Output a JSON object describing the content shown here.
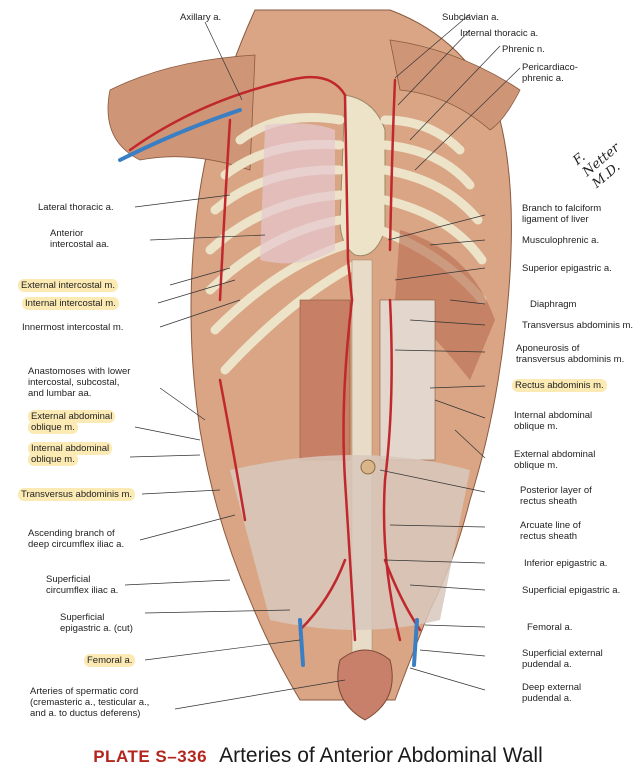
{
  "caption": {
    "plate": "PLATE S–336",
    "title": "Arteries of Anterior Abdominal Wall"
  },
  "signature": "F. Netter M.D.",
  "colors": {
    "artery": "#c0282d",
    "vein": "#3a7fc4",
    "muscle": "#c98a6a",
    "bone": "#ece3c8",
    "highlight": "#fbeab3"
  },
  "labels": {
    "axillary": "Axillary a.",
    "subclavian": "Subclavian a.",
    "internal_thoracic": "Internal thoracic a.",
    "phrenic": "Phrenic n.",
    "pericardiaco_1": "Pericardiaco-",
    "pericardiaco_2": "phrenic a.",
    "lateral_thoracic": "Lateral thoracic a.",
    "anterior_intercostal_1": "Anterior",
    "anterior_intercostal_2": "intercostal aa.",
    "external_intercostal": "External intercostal m.",
    "internal_intercostal": "Internal intercostal m.",
    "innermost_intercostal": "Innermost intercostal m.",
    "anastomoses_1": "Anastomoses with lower",
    "anastomoses_2": "intercostal, subcostal,",
    "anastomoses_3": "and lumbar aa.",
    "ext_abd_oblique_l_1": "External abdominal",
    "ext_abd_oblique_l_2": "oblique m.",
    "int_abd_oblique_l_1": "Internal abdominal",
    "int_abd_oblique_l_2": "oblique m.",
    "transversus_l": "Transversus abdominis m.",
    "ascending_branch_1": "Ascending branch of",
    "ascending_branch_2": "deep circumflex iliac a.",
    "superficial_circumflex_1": "Superficial",
    "superficial_circumflex_2": "circumflex iliac a.",
    "superficial_epigastric_cut_1": "Superficial",
    "superficial_epigastric_cut_2": "epigastric a. (cut)",
    "femoral_l": "Femoral a.",
    "spermatic_1": "Arteries of spermatic cord",
    "spermatic_2": "(cremasteric a., testicular a.,",
    "spermatic_3": "and a. to ductus deferens)",
    "falciform_1": "Branch to falciform",
    "falciform_2": "ligament of liver",
    "musculophrenic": "Musculophrenic a.",
    "superior_epigastric": "Superior epigastric a.",
    "diaphragm": "Diaphragm",
    "transversus_r": "Transversus abdominis m.",
    "aponeurosis_1": "Aponeurosis of",
    "aponeurosis_2": "transversus abdominis m.",
    "rectus": "Rectus abdominis m.",
    "int_abd_oblique_r_1": "Internal abdominal",
    "int_abd_oblique_r_2": "oblique m.",
    "ext_abd_oblique_r_1": "External abdominal",
    "ext_abd_oblique_r_2": "oblique m.",
    "posterior_layer_1": "Posterior layer of",
    "posterior_layer_2": "rectus sheath",
    "arcuate_1": "Arcuate line of",
    "arcuate_2": "rectus sheath",
    "inferior_epigastric": "Inferior epigastric a.",
    "superficial_epigastric_r": "Superficial epigastric a.",
    "femoral_r": "Femoral a.",
    "sup_ext_pudendal_1": "Superficial external",
    "sup_ext_pudendal_2": "pudendal a.",
    "deep_ext_pudendal_1": "Deep external",
    "deep_ext_pudendal_2": "pudendal a."
  }
}
